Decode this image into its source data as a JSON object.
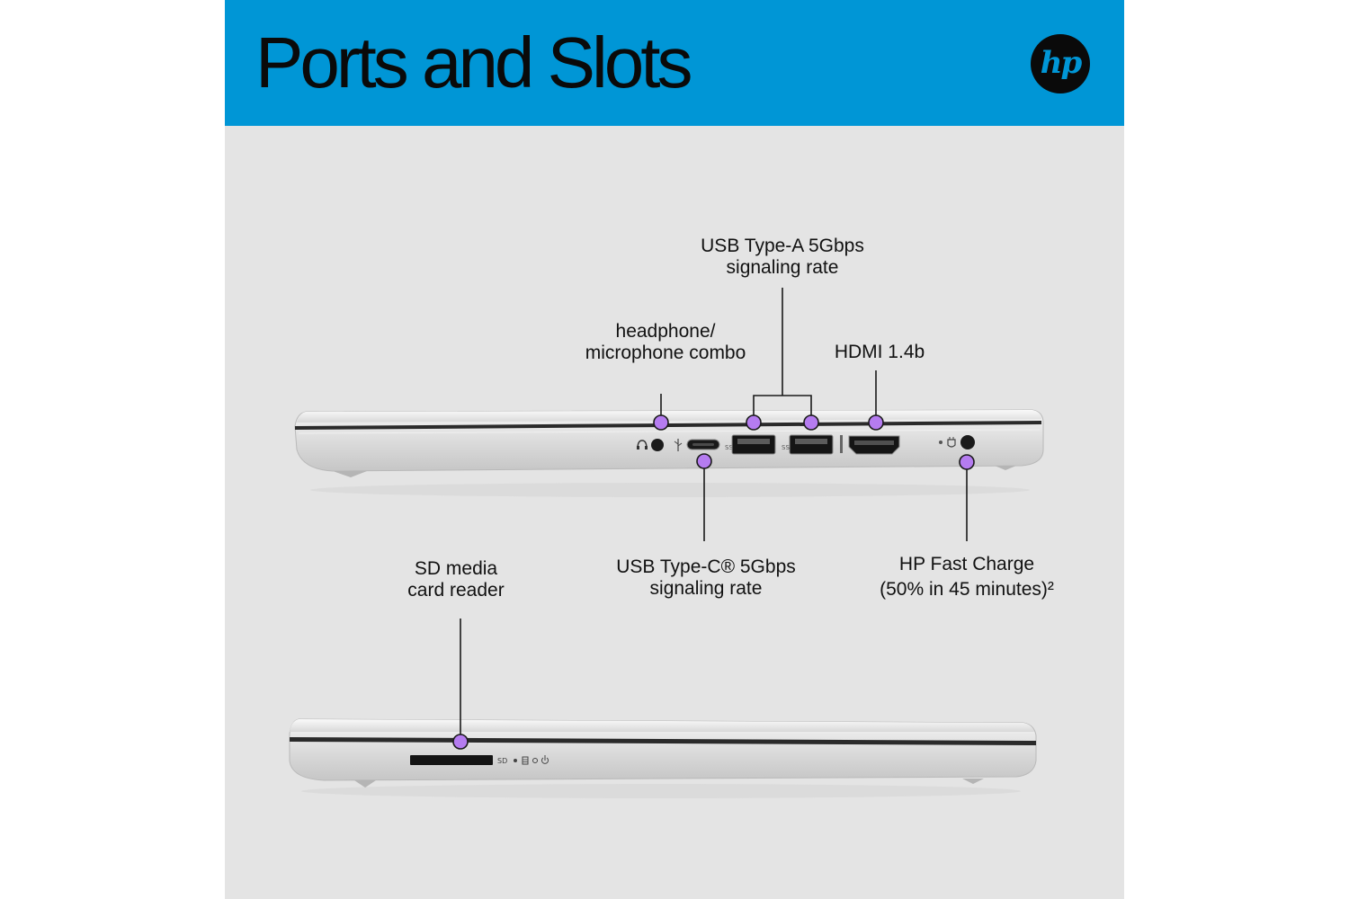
{
  "header": {
    "title": "Ports and Slots",
    "logo_text": "hp",
    "background_color": "#0096d6"
  },
  "callout_dot_color": "#b57cf0",
  "callouts": {
    "usb_a": {
      "line1": "USB Type-A 5Gbps",
      "line2": "signaling rate"
    },
    "headphone": {
      "line1": "headphone/",
      "line2": "microphone combo"
    },
    "hdmi": {
      "line1": "HDMI 1.4b"
    },
    "usb_c": {
      "line1": "USB Type-C® 5Gbps",
      "line2": "signaling rate"
    },
    "fast_charge": {
      "line1": "HP Fast Charge",
      "line2": "(50% in 45 minutes)²"
    },
    "sd": {
      "line1": "SD media",
      "line2": "card reader"
    }
  },
  "port_markings": {
    "sd_slot": "SD"
  },
  "icons": [
    "hp-logo",
    "headphone-icon",
    "usb-icon",
    "superspeed-usb-icon",
    "hdmi-icon",
    "power-plug-icon",
    "storage-icon",
    "power-icon"
  ]
}
